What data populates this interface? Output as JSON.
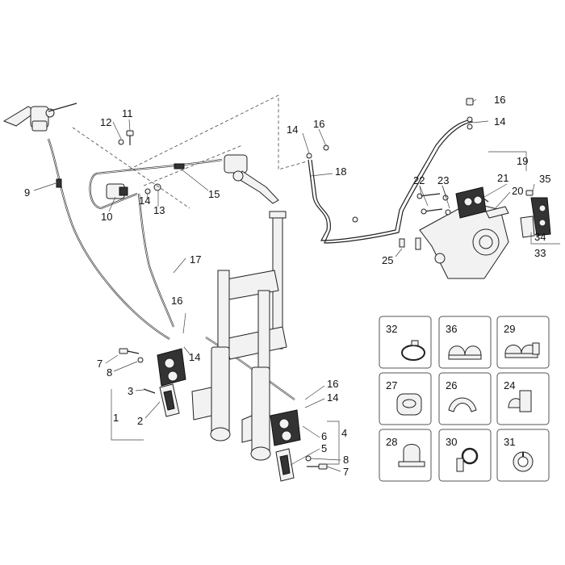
{
  "callouts": {
    "c1": "1",
    "c2": "2",
    "c3": "3",
    "c4": "4",
    "c5": "5",
    "c6": "6",
    "c7a": "7",
    "c7b": "7",
    "c8a": "8",
    "c8b": "8",
    "c9": "9",
    "c10": "10",
    "c11": "11",
    "c12": "12",
    "c13": "13",
    "c14a": "14",
    "c14b": "14",
    "c14c": "14",
    "c14d": "14",
    "c14e": "14",
    "c15": "15",
    "c16a": "16",
    "c16b": "16",
    "c16c": "16",
    "c16d": "16",
    "c17": "17",
    "c18": "18",
    "c19": "19",
    "c20": "20",
    "c21": "21",
    "c22": "22",
    "c23": "23",
    "c25": "25",
    "c33": "33",
    "c34": "34",
    "c35": "35"
  },
  "clip_boxes": [
    {
      "label": "32",
      "icon": "cable-tie-icon"
    },
    {
      "label": "36",
      "icon": "double-clip-icon"
    },
    {
      "label": "29",
      "icon": "double-clip-bracket-icon"
    },
    {
      "label": "27",
      "icon": "rubber-grommet-icon"
    },
    {
      "label": "26",
      "icon": "saddle-clip-icon"
    },
    {
      "label": "24",
      "icon": "bracket-clip-icon"
    },
    {
      "label": "28",
      "icon": "p-clip-bracket-icon"
    },
    {
      "label": "30",
      "icon": "p-clip-icon"
    },
    {
      "label": "31",
      "icon": "split-grommet-icon"
    }
  ]
}
